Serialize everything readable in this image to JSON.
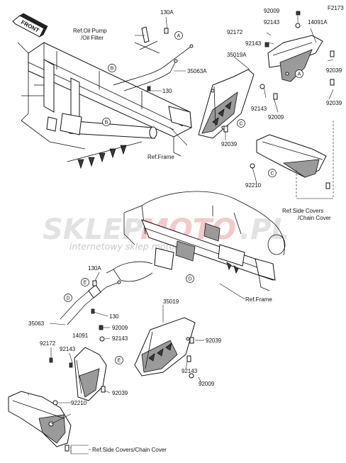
{
  "diagram_id": "F2173",
  "front_marker": "FRONT",
  "watermark": {
    "brand_left": "SKLEP",
    "brand_mid": "MOTO",
    "brand_right": ".PL",
    "tagline": "internetowy sklep motocyklowy"
  },
  "refs": {
    "oil_pump_1": "Ref.Oil Pump",
    "oil_pump_2": "/Oil Filter",
    "frame_top": "Ref.Frame",
    "frame_bottom": "Ref.Frame",
    "side_covers_top_1": "Ref.Side Covers",
    "side_covers_top_2": "/Chain Cover",
    "side_covers_bottom": "Ref.Side Covers/Chain Cover"
  },
  "callouts": [
    "A",
    "B",
    "C",
    "D",
    "E"
  ],
  "parts_top": {
    "p130A": "130A",
    "p92009a": "92009",
    "p14091A": "14091A",
    "p92172": "92172",
    "p92143a": "92143",
    "p92143b": "92143",
    "p35019A": "35019A",
    "p35063A": "35063A",
    "p130": "130",
    "p92039a": "92039",
    "p92039b": "92039",
    "p92143c": "92143",
    "p92009b": "92009",
    "p92039c": "92039",
    "p92210": "92210"
  },
  "parts_bottom": {
    "p130A": "130A",
    "p35019": "35019",
    "p35063": "35063",
    "p130": "130",
    "p92009a": "92009",
    "p92143a": "92143",
    "p14091": "14091",
    "p92172": "92172",
    "p92143b": "92143",
    "p92039a": "92039",
    "p92143c": "92143",
    "p92009b": "92009",
    "p92039b": "92039",
    "p92210": "92210"
  }
}
